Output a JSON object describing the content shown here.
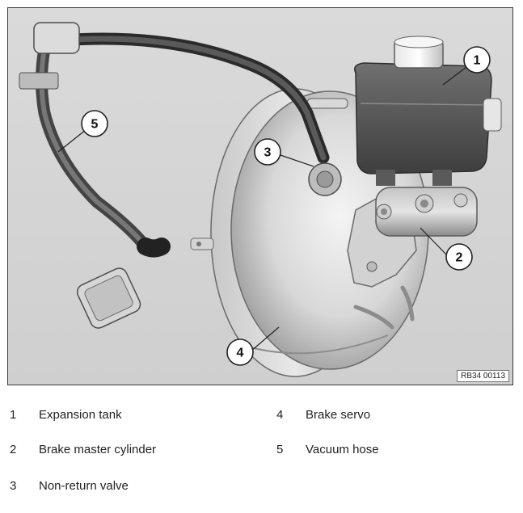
{
  "figure": {
    "id": "RB34 00113",
    "callouts": [
      "1",
      "2",
      "3",
      "4",
      "5"
    ]
  },
  "legend": [
    {
      "num": "1",
      "text": "Expansion tank"
    },
    {
      "num": "2",
      "text": "Brake master cylinder"
    },
    {
      "num": "3",
      "text": "Non-return valve"
    },
    {
      "num": "4",
      "text": "Brake servo"
    },
    {
      "num": "5",
      "text": "Vacuum hose"
    }
  ]
}
